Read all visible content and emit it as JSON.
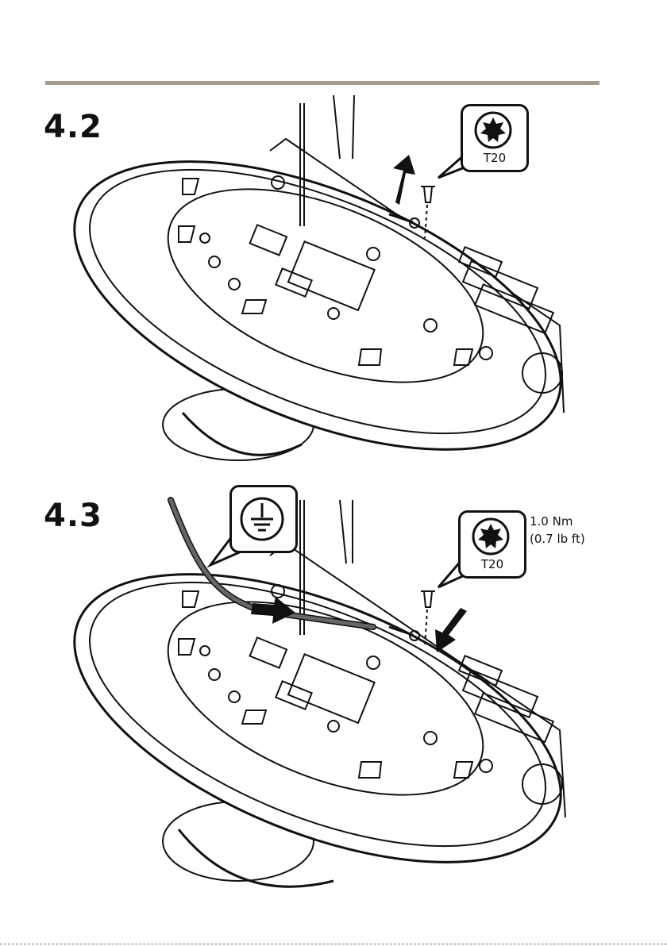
{
  "steps": [
    {
      "number": "4.2",
      "tool_label": "T20"
    },
    {
      "number": "4.3",
      "tool_label": "T20",
      "torque": [
        "1.0 Nm",
        "(0.7 lb ft)"
      ]
    }
  ],
  "icons": {
    "tool": "torx-bit-icon",
    "ground": "protective-earth-icon",
    "direction": "arrow-icon"
  },
  "colors": {
    "rule": "#a59a90",
    "ink": "#111111",
    "cable": "#555555"
  }
}
